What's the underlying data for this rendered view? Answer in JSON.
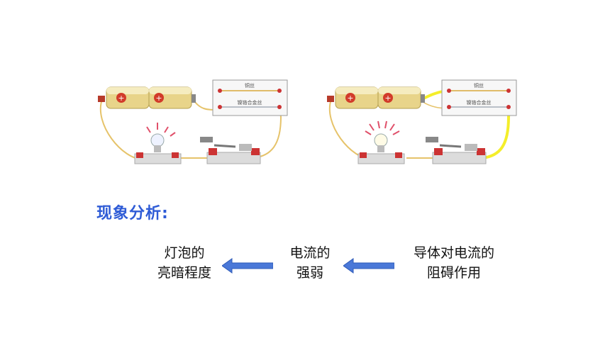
{
  "colors": {
    "accent": "#2e5bd6",
    "arrow": "#4a78d8",
    "battery": "#e8d48a",
    "wire": "#e6c36a",
    "highlight_wire": "#f4ee2a",
    "lamp_rays": "#e0506a"
  },
  "circuits": [
    {
      "id": "left",
      "wire_labels": [
        "铜丝",
        "镍铬合金丝"
      ],
      "highlighted_wire": false,
      "lamp_rays": 4
    },
    {
      "id": "right",
      "wire_labels": [
        "铜丝",
        "镍铬合金丝"
      ],
      "highlighted_wire": true,
      "lamp_rays": 6
    }
  ],
  "analysis": {
    "title": "现象分析:",
    "brightness": {
      "line1": "灯泡的",
      "line2": "亮暗程度"
    },
    "current": {
      "line1": "电流的",
      "line2": "强弱"
    },
    "resistance": {
      "line1": "导体对电流的",
      "line2": "阻碍作用"
    }
  }
}
